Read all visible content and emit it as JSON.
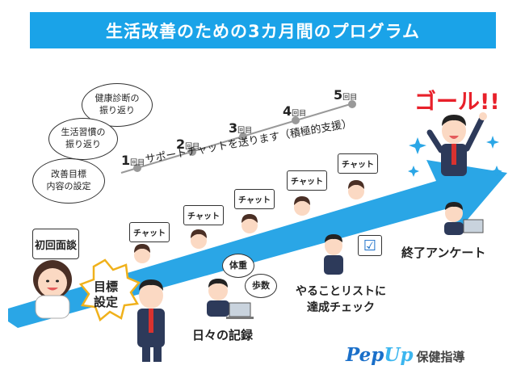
{
  "title": "生活改善のための3カ月間のプログラム",
  "goal": "ゴール!!",
  "bubbles": {
    "top": "健康診断の\n振り返り",
    "middle": "生活習慣の\n振り返り",
    "bottom": "改善目標\n内容の設定"
  },
  "rounds": [
    {
      "num": "1",
      "suffix": "回目"
    },
    {
      "num": "2",
      "suffix": "回目"
    },
    {
      "num": "3",
      "suffix": "回目"
    },
    {
      "num": "4",
      "suffix": "回目"
    },
    {
      "num": "5",
      "suffix": "回目"
    }
  ],
  "support_text": "サポートチャットを送ります（積極的支援）",
  "chat_label": "チャット",
  "first_visit": "初回面談",
  "goal_setting": "目標\n設定",
  "weight": "体重",
  "steps": "歩数",
  "daily_record": "日々の記録",
  "todo_check": "やることリストに\n達成チェック",
  "check_mark": "☑",
  "final_survey": "終了アンケート",
  "logo": {
    "brand_a": "Pep",
    "brand_b": "Up",
    "service": "保健指導"
  },
  "colors": {
    "title_bg": "#1aa3e8",
    "arrow": "#2aa6e6",
    "goal": "#e8202a",
    "logo": "#1a6fc9"
  }
}
